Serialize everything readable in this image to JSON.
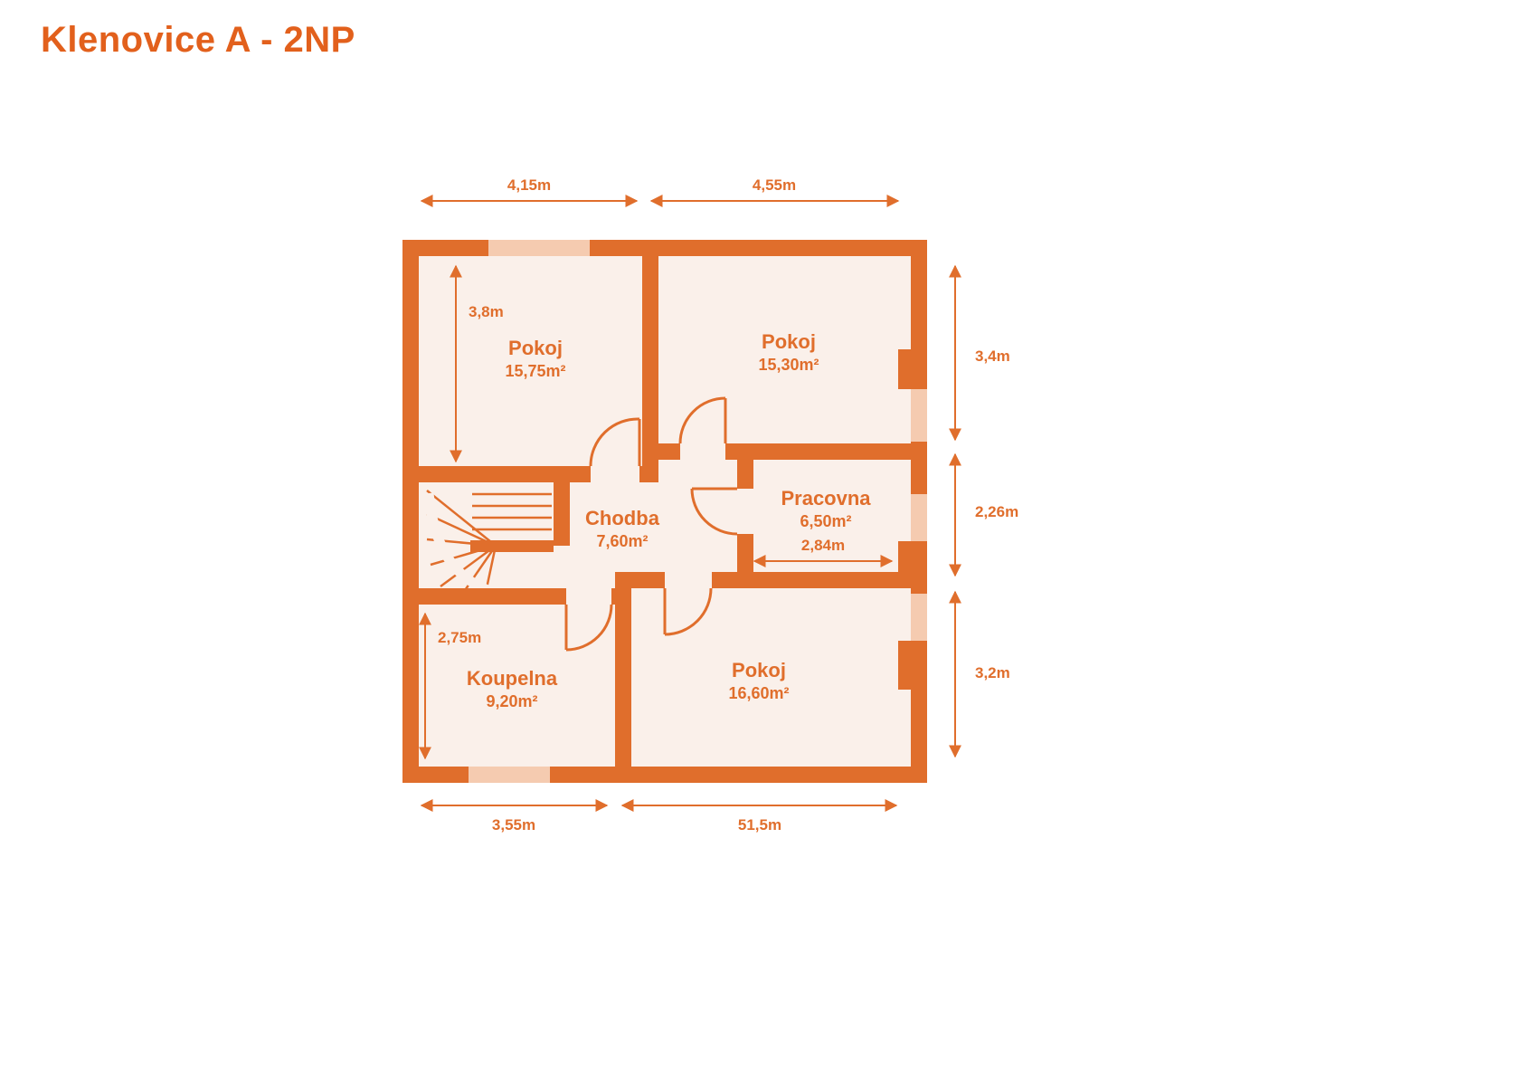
{
  "title": "Klenovice A - 2NP",
  "colors": {
    "accent": "#E06E2C",
    "title_color": "#E2601C",
    "room_fill": "#FAF0EA",
    "window_fill": "#F5CBB0",
    "background": "#FFFFFF"
  },
  "plan": {
    "rooms": [
      {
        "name": "Pokoj",
        "area": "15,75m²"
      },
      {
        "name": "Pokoj",
        "area": "15,30m²"
      },
      {
        "name": "Pracovna",
        "area": "6,50m²"
      },
      {
        "name": "Chodba",
        "area": "7,60m²"
      },
      {
        "name": "Koupelna",
        "area": "9,20m²"
      },
      {
        "name": "Pokoj",
        "area": "16,60m²"
      }
    ],
    "dimensions": {
      "top_left": "4,15m",
      "top_right": "4,55m",
      "right_top": "3,4m",
      "right_middle": "2,26m",
      "right_bottom": "3,2m",
      "bottom_left": "3,55m",
      "bottom_right": "51,5m",
      "room_top_left_depth": "3,8m",
      "pracovna_width": "2,84m",
      "koupelna_depth": "2,75m"
    }
  }
}
